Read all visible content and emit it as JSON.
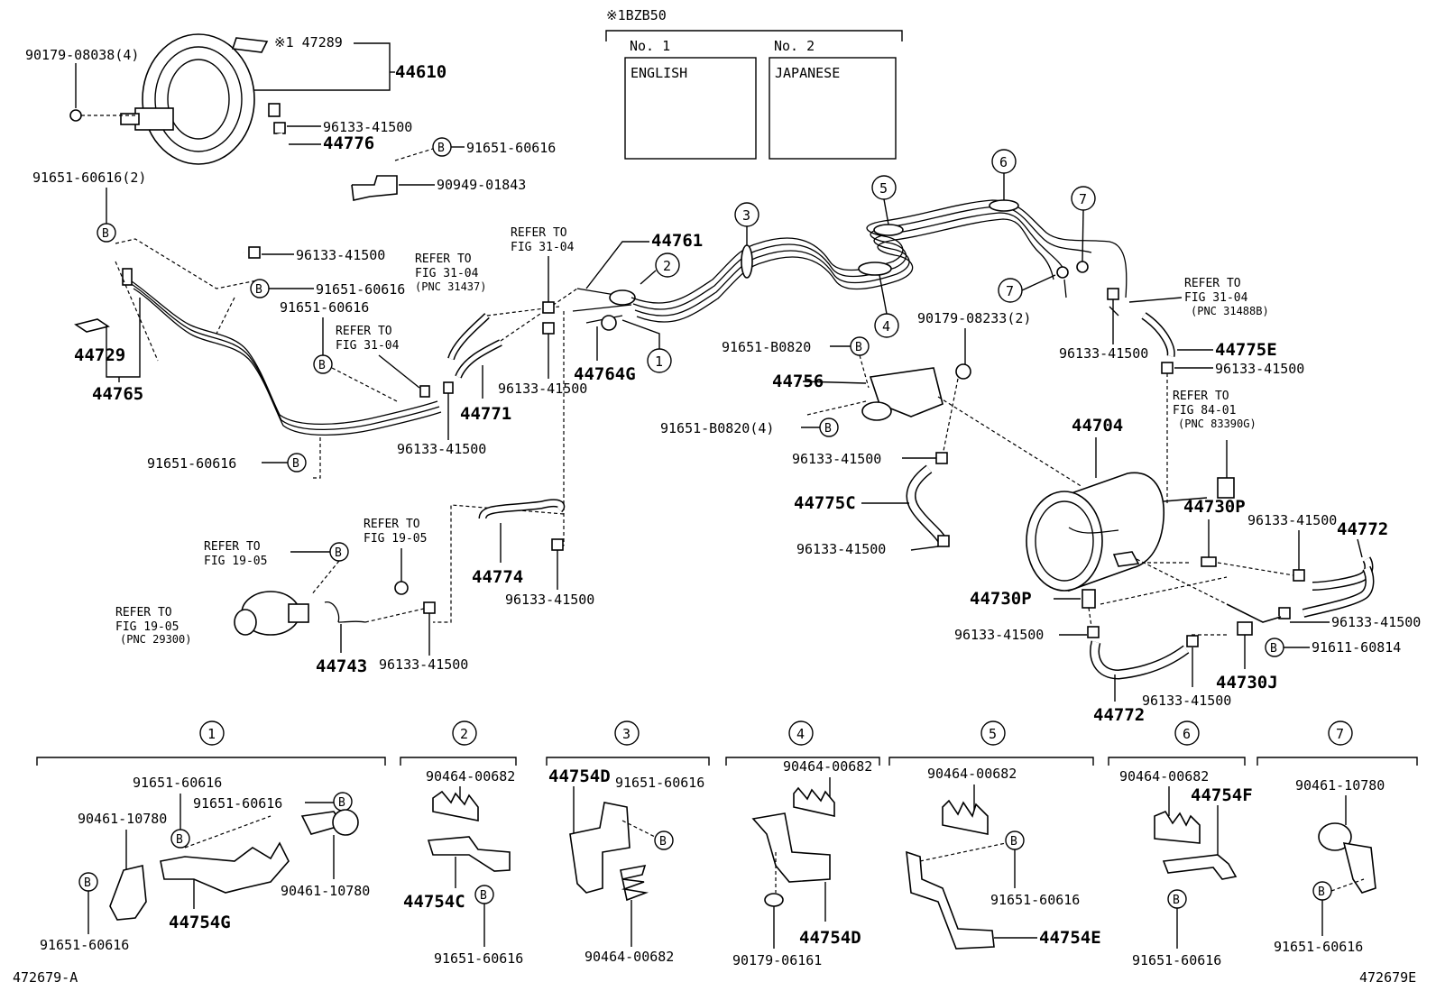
{
  "label_table": {
    "title": "※1BZB50",
    "col1_header": "No. 1",
    "col1_value": "ENGLISH",
    "col2_header": "No. 2",
    "col2_value": "JAPANESE"
  },
  "b_mark": "B",
  "callout_numbers": [
    "1",
    "2",
    "3",
    "4",
    "5",
    "6",
    "7"
  ],
  "refer_texts": {
    "refer": "REFER TO",
    "fig_31_04": "FIG 31-04",
    "pnc_31437": "(PNC 31437)",
    "pnc_31488b": "(PNC 31488B)",
    "fig_84_01": "FIG 84-01",
    "pnc_83390g": "(PNC 83390G)",
    "fig_19_05": "FIG 19-05",
    "pnc_29300": "(PNC 29300)"
  },
  "main_labels": {
    "p90179_08038": "90179-08038(4)",
    "note_1_47289": "※1 47289",
    "p44610": "44610",
    "p96133_41500": "96133-41500",
    "p44776": "44776",
    "p91651_60616": "91651-60616",
    "p90949_01843": "90949-01843",
    "p91651_60616_2": "91651-60616(2)",
    "p44729": "44729",
    "p44765": "44765",
    "p91651_60616_6": "91651-60616",
    "p44761": "44761",
    "p44764g": "44764G",
    "p44771": "44771",
    "p44774": "44774",
    "p44743": "44743",
    "p90179_08233": "90179-08233(2)",
    "p91651_b0820": "91651-B0820",
    "p91651_b0820_4": "91651-B0820(4)",
    "p44756": "44756",
    "p44775e": "44775E",
    "p44704": "44704",
    "p44775c": "44775C",
    "p44730p": "44730P",
    "p44772": "44772",
    "p91611_60814": "91611-60814",
    "p44730j": "44730J"
  },
  "detail_panels": {
    "p1": {
      "n": "1",
      "a": "91651-60616",
      "b": "91651-60616",
      "c": "90461-10780",
      "d": "90461-10780",
      "e": "44754G",
      "f": "91651-60616"
    },
    "p2": {
      "n": "2",
      "a": "90464-00682",
      "b": "44754C",
      "c": "91651-60616"
    },
    "p3": {
      "n": "3",
      "a": "44754D",
      "b": "91651-60616",
      "c": "90464-00682"
    },
    "p4": {
      "n": "4",
      "a": "90464-00682",
      "b": "44754D",
      "c": "90179-06161"
    },
    "p5": {
      "n": "5",
      "a": "90464-00682",
      "b": "91651-60616",
      "c": "44754E"
    },
    "p6": {
      "n": "6",
      "a": "90464-00682",
      "b": "44754F",
      "c": "91651-60616"
    },
    "p7": {
      "n": "7",
      "a": "90461-10780",
      "b": "91651-60616"
    }
  },
  "footer": {
    "left_code": "472679-A",
    "right_code": "472679E"
  }
}
